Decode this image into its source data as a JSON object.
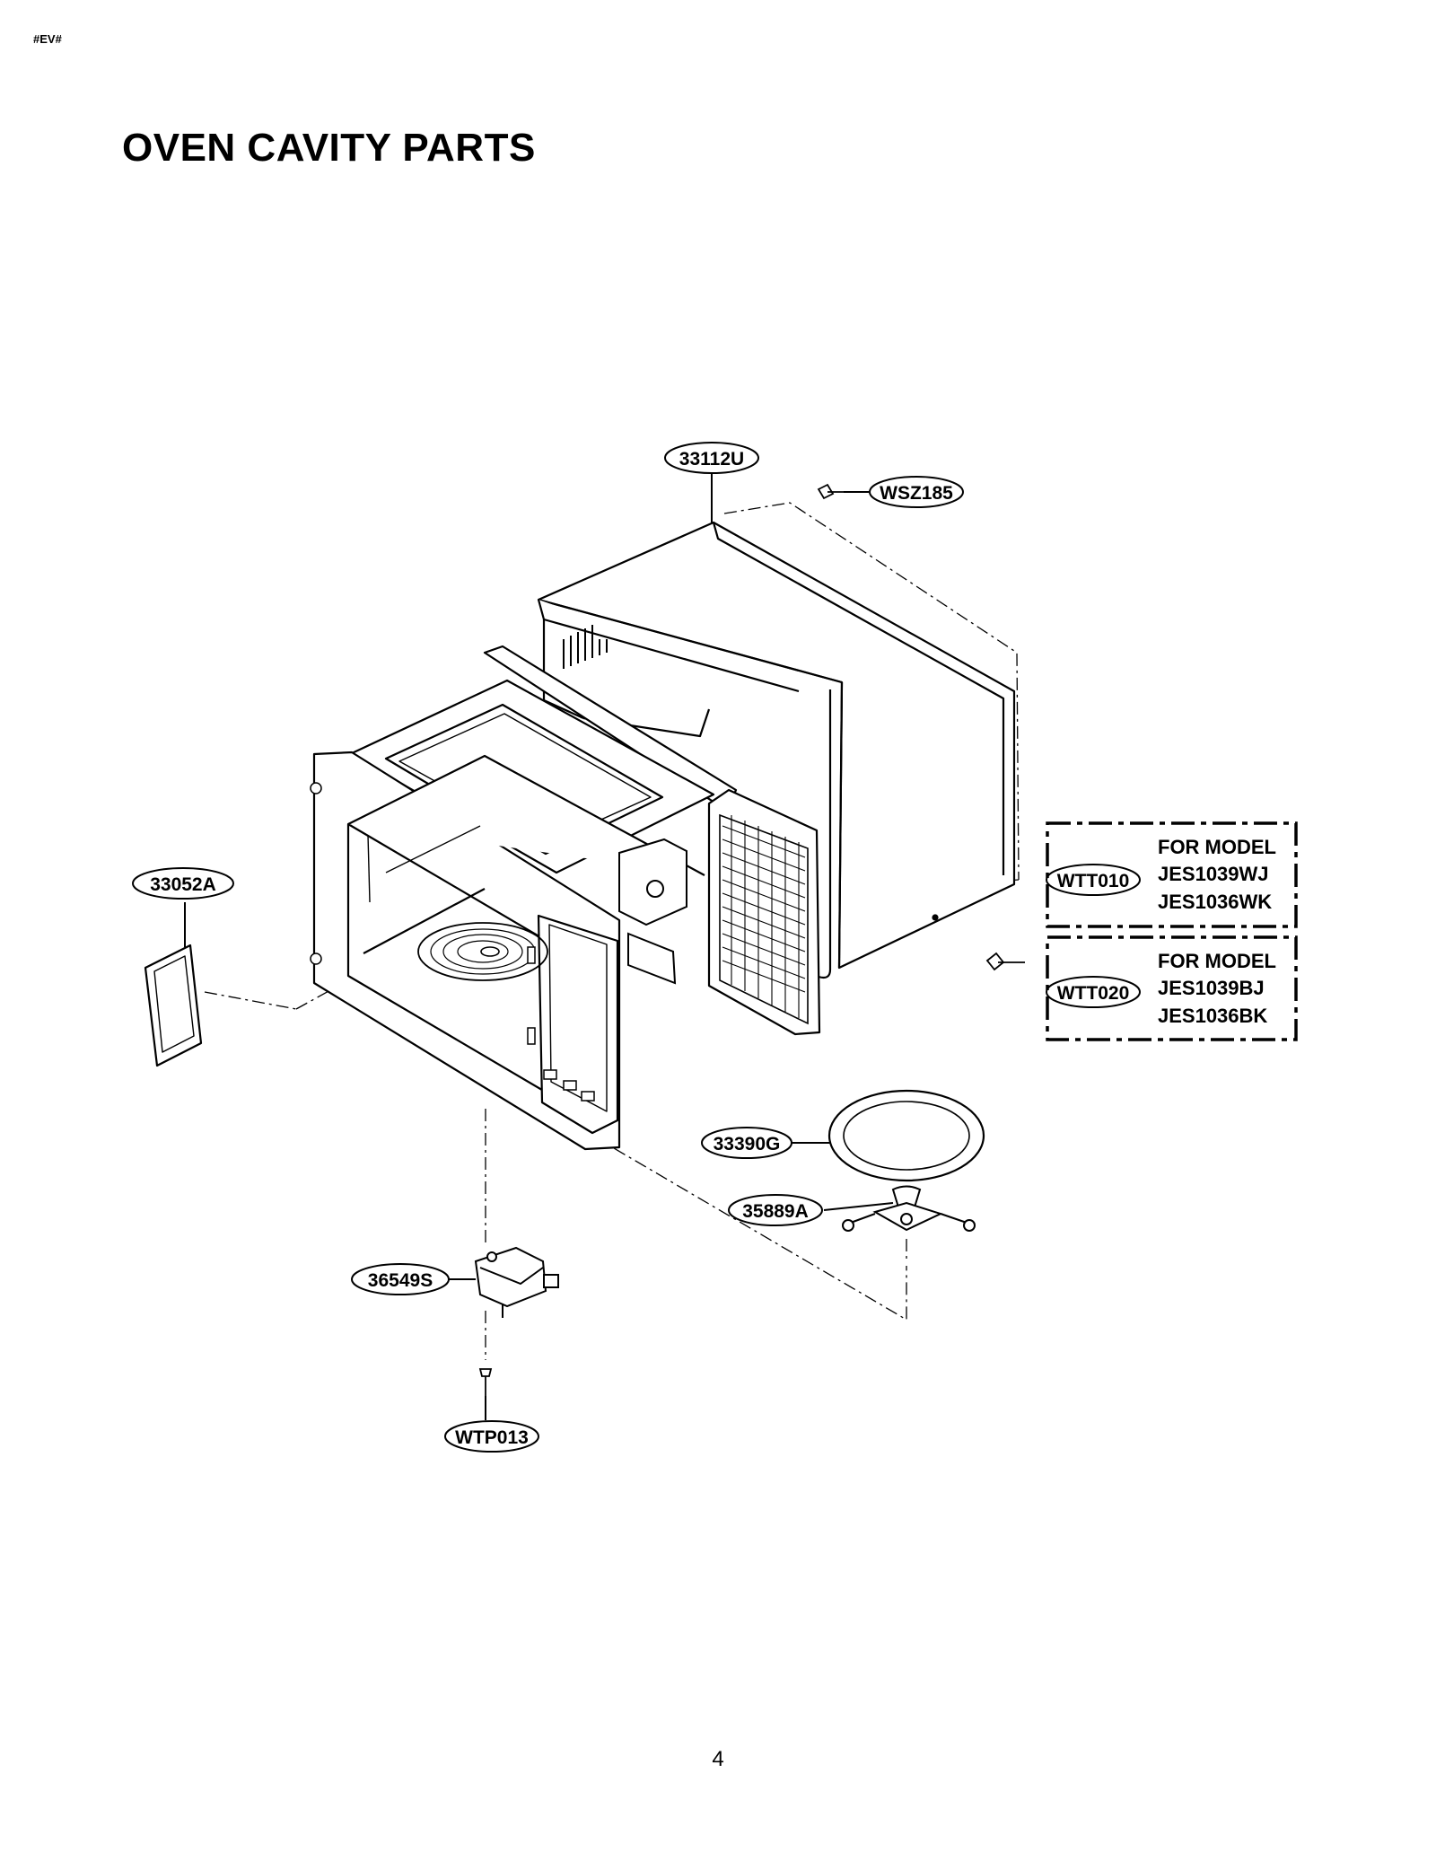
{
  "header": {
    "doc_code": "#EV#",
    "title": "OVEN CAVITY PARTS"
  },
  "parts": {
    "outer_case": "33112U",
    "case_screw": "WSZ185",
    "cover": "33052A",
    "tray": "33390G",
    "roller_support": "35889A",
    "motor": "36549S",
    "motor_screw": "WTP013"
  },
  "model_boxes": [
    {
      "part": "WTT010",
      "title": "FOR MODEL",
      "models": [
        "JES1039WJ",
        "JES1036WK"
      ]
    },
    {
      "part": "WTT020",
      "title": "FOR MODEL",
      "models": [
        "JES1039BJ",
        "JES1036BK"
      ]
    }
  ],
  "footer": {
    "page_number": "4"
  }
}
